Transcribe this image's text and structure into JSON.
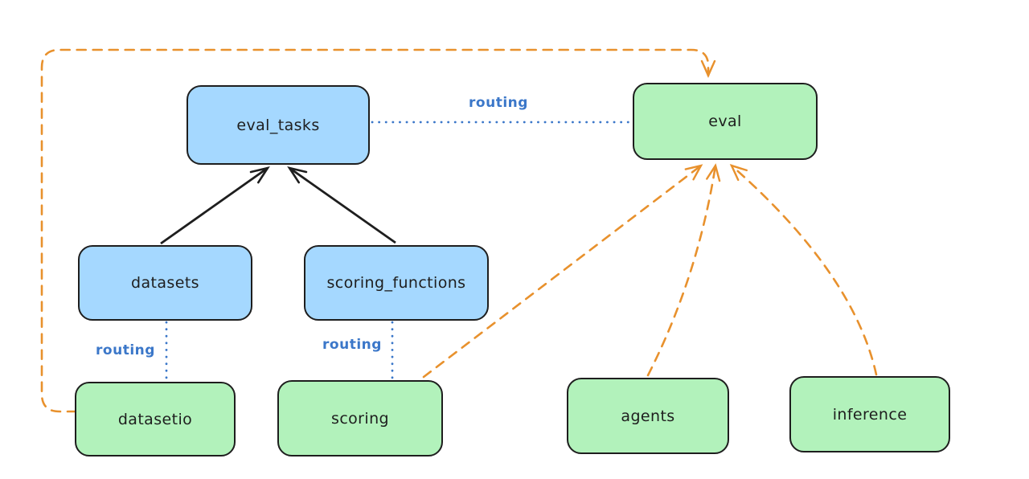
{
  "nodes": {
    "eval_tasks": {
      "label": "eval_tasks"
    },
    "eval": {
      "label": "eval"
    },
    "datasets": {
      "label": "datasets"
    },
    "scoring_functions": {
      "label": "scoring_functions"
    },
    "datasetio": {
      "label": "datasetio"
    },
    "scoring": {
      "label": "scoring"
    },
    "agents": {
      "label": "agents"
    },
    "inference": {
      "label": "inference"
    }
  },
  "edge_labels": {
    "routing_top": "routing",
    "routing_datasets": "routing",
    "routing_scoring": "routing"
  },
  "colors": {
    "node_blue_fill": "#a5d8ff",
    "node_green_fill": "#b2f2bb",
    "node_stroke": "#1e1e1e",
    "routing_blue": "#3b77c9",
    "provider_orange": "#e8912d",
    "arrow_black": "#1e1e1e",
    "canvas_bg": "#ffffff"
  }
}
